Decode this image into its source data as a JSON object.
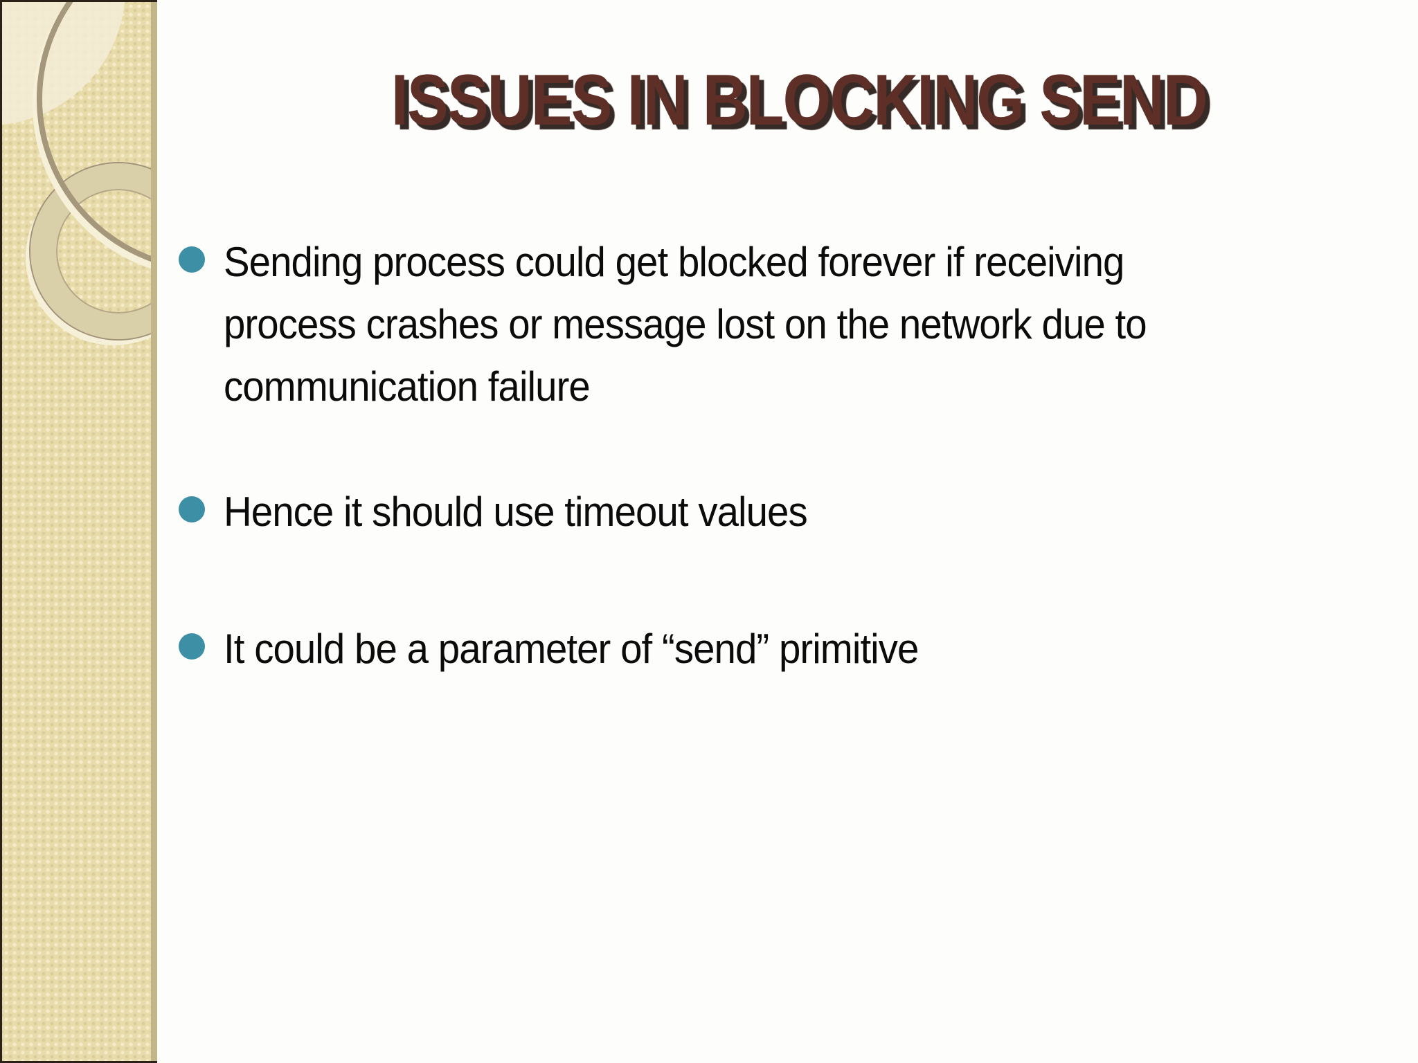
{
  "slide": {
    "title": "ISSUES IN BLOCKING SEND",
    "bullets": [
      {
        "lines": [
          "Sending process could get blocked forever if receiving",
          "process crashes or message lost on the network due to",
          "communication failure"
        ]
      },
      {
        "lines": [
          "Hence it should use timeout values"
        ]
      },
      {
        "lines": [
          "It could be a parameter of “send” primitive"
        ]
      }
    ],
    "colors": {
      "title_text": "#5e2f26",
      "title_shadow": "#1a0c08",
      "body_text": "#0b0b0b",
      "bullet_marker": "#3d8fa5",
      "sidebar_base": "#e9dcab",
      "sidebar_light_disc": "#f2ebd4",
      "sidebar_ring_stroke": "#a5977b",
      "sidebar_ring_band": "#d9cfa8",
      "sidebar_highlight": "#f6f0d9",
      "sidebar_edge_line": "#c3b58a",
      "slide_background": "#fdfdfc"
    }
  }
}
